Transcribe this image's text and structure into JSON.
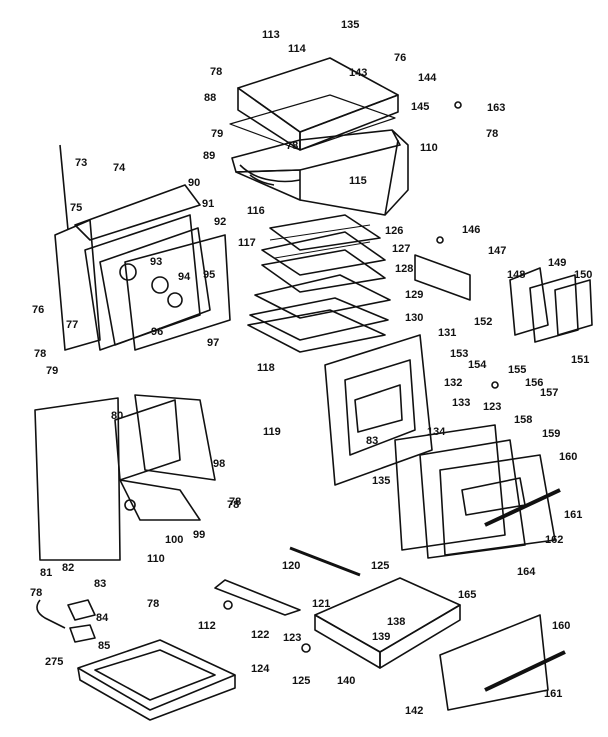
{
  "diagram": {
    "labels": [
      "135",
      "113",
      "114",
      "78",
      "88",
      "76",
      "143",
      "144",
      "145",
      "163",
      "78",
      "79",
      "78",
      "89",
      "110",
      "115",
      "73",
      "74",
      "75",
      "90",
      "91",
      "92",
      "116",
      "126",
      "117",
      "127",
      "128",
      "146",
      "147",
      "93",
      "94",
      "95",
      "148",
      "149",
      "150",
      "76",
      "78",
      "77",
      "96",
      "97",
      "129",
      "130",
      "152",
      "151",
      "79",
      "118",
      "131",
      "153",
      "154",
      "155",
      "156",
      "157",
      "132",
      "133",
      "123",
      "78",
      "80",
      "119",
      "134",
      "158",
      "159",
      "83",
      "135",
      "98",
      "160",
      "78",
      "161",
      "99",
      "100",
      "110",
      "82",
      "162",
      "120",
      "125",
      "164",
      "81",
      "83",
      "78",
      "121",
      "165",
      "78",
      "84",
      "138",
      "85",
      "112",
      "122",
      "123",
      "160",
      "139",
      "275",
      "124",
      "125",
      "140",
      "161",
      "142"
    ]
  }
}
